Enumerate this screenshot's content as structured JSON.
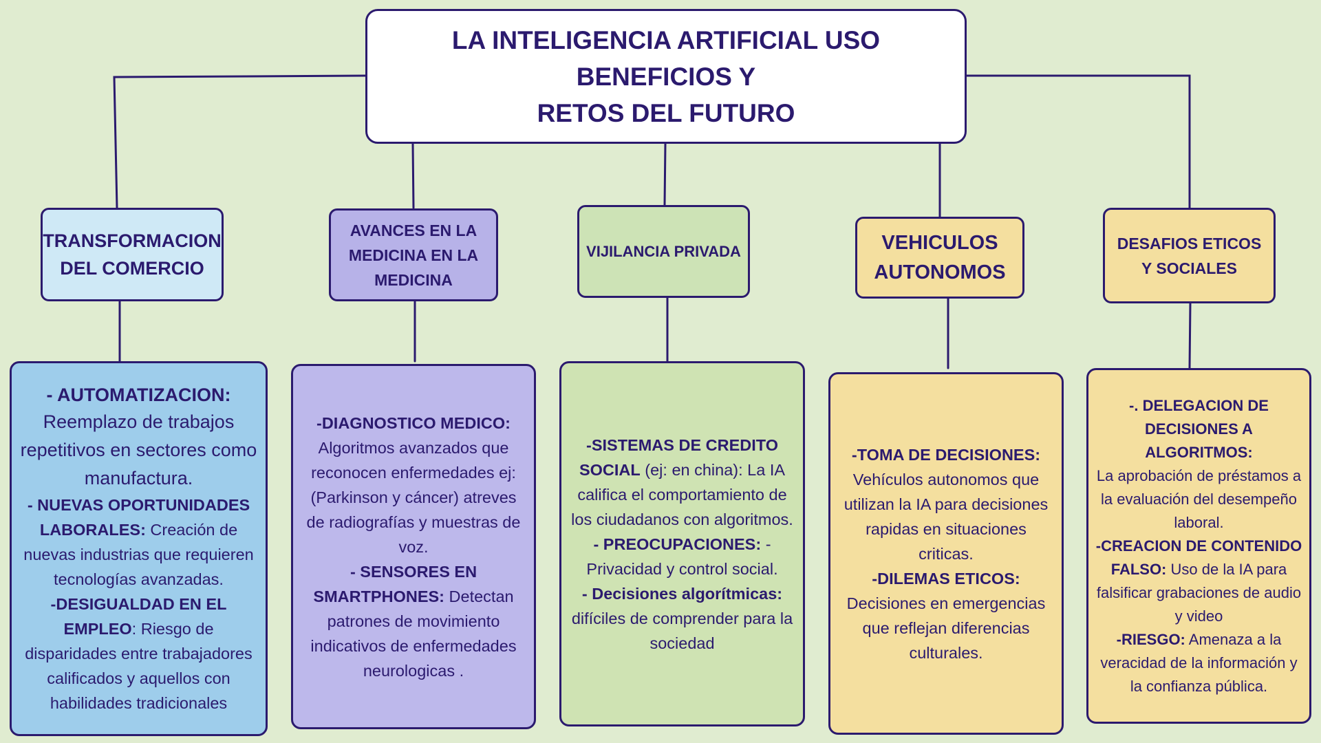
{
  "title": {
    "line1": "LA INTELIGENCIA ARTIFICIAL USO BENEFICIOS Y",
    "line2": "RETOS DEL FUTURO"
  },
  "categories": [
    {
      "line1": "TRANSFORMACION",
      "line2": "DEL COMERCIO",
      "line3": ""
    },
    {
      "line1": "AVANCES EN LA",
      "line2": "MEDICINA EN LA",
      "line3": "MEDICINA"
    },
    {
      "line1": "VIJILANCIA PRIVADA",
      "line2": "",
      "line3": ""
    },
    {
      "line1": "VEHICULOS",
      "line2": "AUTONOMOS",
      "line3": ""
    },
    {
      "line1": "DESAFIOS ETICOS",
      "line2": "Y SOCIALES",
      "line3": ""
    }
  ],
  "details": {
    "comercio": {
      "h1": "- AUTOMATIZACION:",
      "t1": "Reemplazo de  trabajos repetitivos en sectores como manufactura.",
      "h2": "- NUEVAS OPORTUNIDADES LABORALES:",
      "t2": " Creación de nuevas industrias que requieren tecnologías avanzadas.",
      "h3": "-DESIGUALDAD EN EL EMPLEO",
      "t3": ": Riesgo de disparidades entre trabajadores calificados y aquellos con habilidades tradicionales"
    },
    "medicina": {
      "h1": "-DIAGNOSTICO MEDICO:",
      "t1": "Algoritmos avanzados que reconocen enfermedades ej: (Parkinson y cáncer) atreves de radiografías y muestras de voz.",
      "h2": "- SENSORES EN SMARTPHONES:",
      "t2": " Detectan patrones de movimiento indicativos de enfermedades neurologicas ."
    },
    "vigilancia": {
      "h1a": "-SISTEMAS DE CREDITO SOCIAL",
      "t1": " (ej: en china): La IA califica el comportamiento de los ciudadanos con algoritmos.",
      "h2": "- PREOCUPACIONES:",
      "t2": "  - Privacidad y control social.",
      "h3": "- Decisiones algorítmicas:",
      "t3": " difíciles de comprender para la sociedad"
    },
    "vehiculos": {
      "h1": "-TOMA DE DECISIONES:",
      "t1": "Vehículos autonomos que utilizan la IA para decisiones rapidas en situaciones criticas.",
      "h2": "-DILEMAS ETICOS:",
      "t2": "Decisiones en emergencias que reflejan diferencias culturales."
    },
    "desafios": {
      "h1": "-. DELEGACION DE DECISIONES A ALGORITMOS:",
      "t1": "La aprobación de préstamos a la evaluación del desempeño laboral.",
      "h2": "-CREACION DE CONTENIDO FALSO:",
      "t2": " Uso de la IA para falsificar grabaciones de audio y video",
      "h3": "-RIESGO:",
      "t3": " Amenaza a la veracidad de la información y la confianza pública."
    }
  },
  "colors": {
    "background": "#e0ecd0",
    "border": "#2b1a6e",
    "title_bg": "#ffffff",
    "comercio": "#cfe9f6",
    "comercio_detail": "#9ecdeb",
    "medicina": "#b7b2e8",
    "vigilancia": "#cde3b6",
    "vehiculos": "#f4df9f",
    "desafios": "#f4df9f"
  }
}
